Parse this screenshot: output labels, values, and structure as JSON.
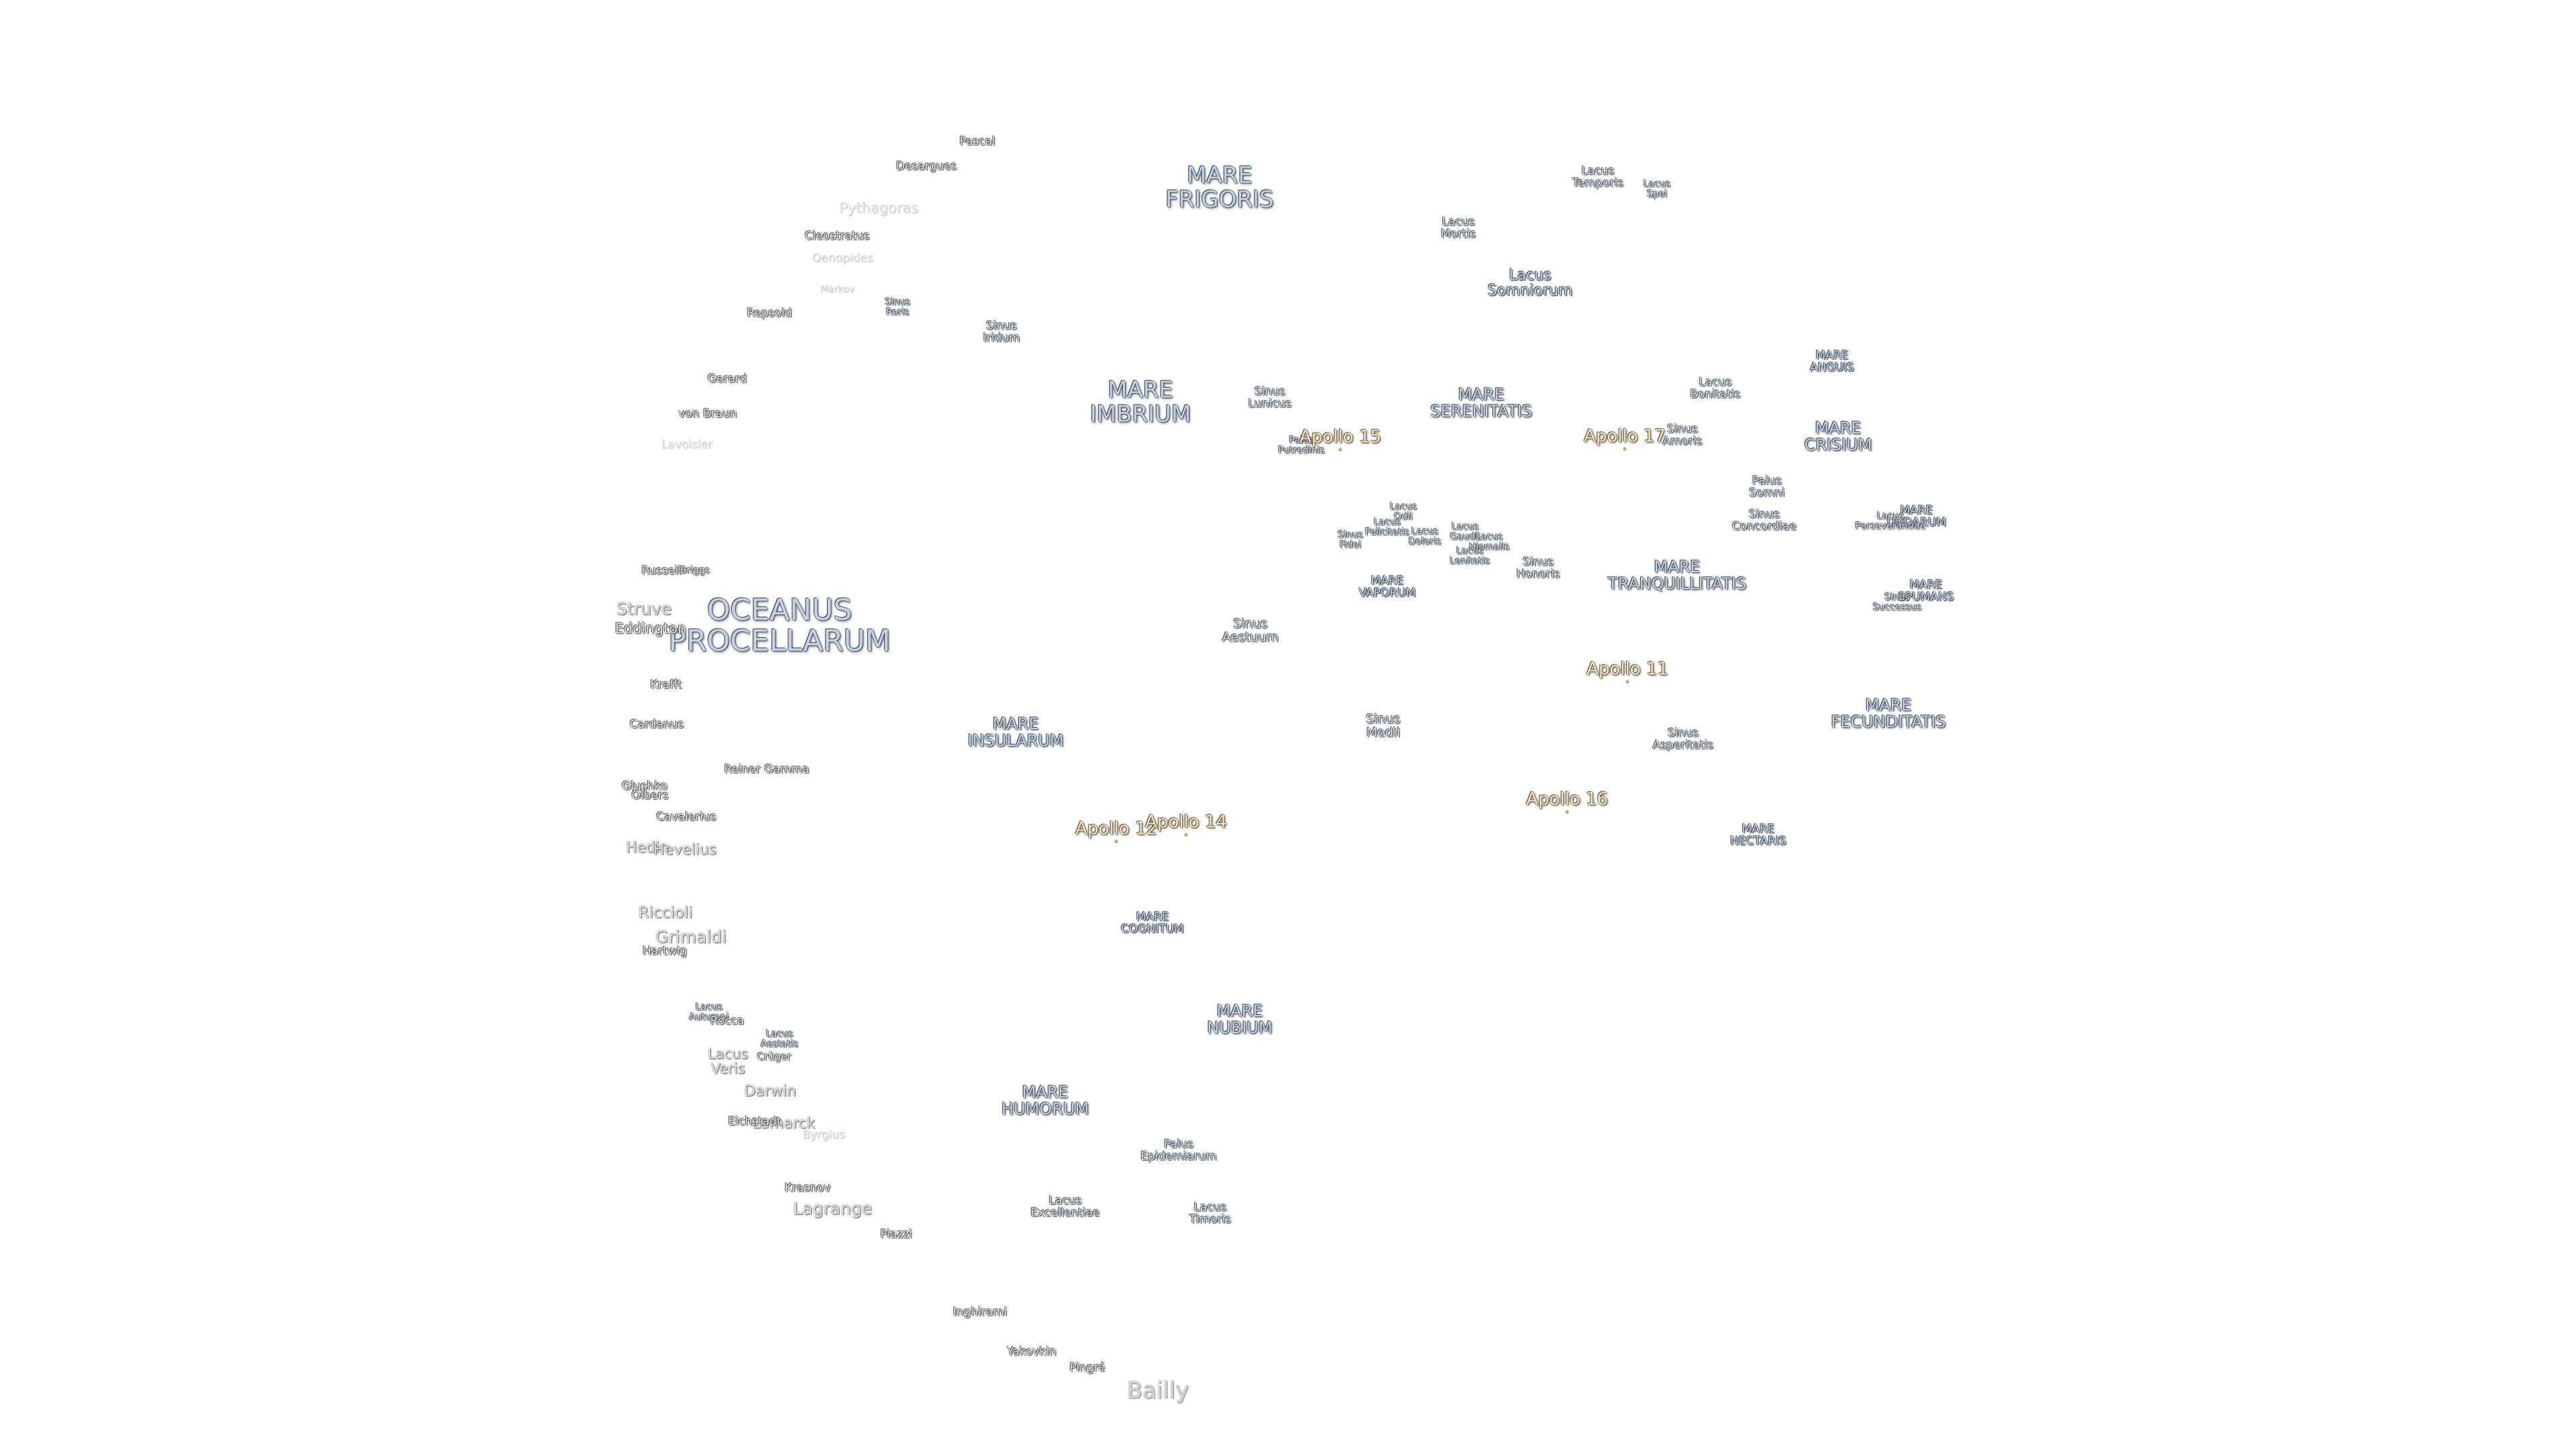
{
  "maria": [
    {
      "key": "frigoris",
      "name": "MARE\nFRIGORIS",
      "size": "l"
    },
    {
      "key": "imbrium",
      "name": "MARE\nIMBRIUM",
      "size": "l"
    },
    {
      "key": "serenitatis",
      "name": "MARE\nSERENITATIS",
      "size": "m"
    },
    {
      "key": "tranquillitatis",
      "name": "MARE\nTRANQUILLITATIS",
      "size": "m"
    },
    {
      "key": "crisium",
      "name": "MARE\nCRISIUM",
      "size": "m"
    },
    {
      "key": "fecunditatis",
      "name": "MARE\nFECUNDITATIS",
      "size": "m"
    },
    {
      "key": "nectaris",
      "name": "MARE\nNECTARIS",
      "size": "s"
    },
    {
      "key": "procellarum",
      "name": "OCEANUS\nPROCELLARUM",
      "size": "xl"
    },
    {
      "key": "insularum",
      "name": "MARE\nINSULARUM",
      "size": "m"
    },
    {
      "key": "cognitum",
      "name": "MARE\nCOGNITUM",
      "size": "s"
    },
    {
      "key": "nubium",
      "name": "MARE\nNUBIUM",
      "size": "m"
    },
    {
      "key": "humorum",
      "name": "MARE\nHUMORUM",
      "size": "m"
    },
    {
      "key": "vaporum",
      "name": "MARE\nVAPORUM",
      "size": "s"
    },
    {
      "key": "anguis",
      "name": "MARE\nANGUIS",
      "size": "s"
    },
    {
      "key": "undarum",
      "name": "MARE\nUNDARUM",
      "size": "s"
    },
    {
      "key": "spumans",
      "name": "MARE\nSPUMANS",
      "size": "s"
    }
  ],
  "lakes": [
    {
      "key": "lacus-temporis",
      "name": "Lacus\nTemporis"
    },
    {
      "key": "lacus-spei",
      "name": "Lacus\nSpei"
    },
    {
      "key": "lacus-mortis",
      "name": "Lacus\nMortis"
    },
    {
      "key": "lacus-somniorum",
      "name": "Lacus\nSomniorum"
    },
    {
      "key": "lacus-bonitatis",
      "name": "Lacus\nBonitatis"
    },
    {
      "key": "sinus-amoris",
      "name": "Sinus\nAmoris"
    },
    {
      "key": "palus-somni",
      "name": "Palus\nSomni"
    },
    {
      "key": "sinus-concordiae",
      "name": "Sinus\nConcordiae"
    },
    {
      "key": "lacus-perseverantiae",
      "name": "Lacus\nPerseverantiae"
    },
    {
      "key": "sinus-successus",
      "name": "Sinus\nSuccessus"
    },
    {
      "key": "sinus-lunicus",
      "name": "Sinus\nLunicus"
    },
    {
      "key": "palus-putredinis",
      "name": "Palus\nPutredinis"
    },
    {
      "key": "lacus-odii",
      "name": "Lacus\nOdii"
    },
    {
      "key": "lacus-felicitatis",
      "name": "Lacus\nFelicitatis"
    },
    {
      "key": "lacus-doloris",
      "name": "Lacus\nDoloris"
    },
    {
      "key": "sinus-fidei",
      "name": "Sinus\nFidei"
    },
    {
      "key": "lacus-gaudii",
      "name": "Lacus\nGaudii"
    },
    {
      "key": "lacus-hiemalis",
      "name": "Lacus\nHiemalis"
    },
    {
      "key": "lacus-lenitatis",
      "name": "Lacus\nLenitatis"
    },
    {
      "key": "sinus-honoris",
      "name": "Sinus\nHonoris"
    },
    {
      "key": "sinus-aestuum",
      "name": "Sinus\nAestuum"
    },
    {
      "key": "sinus-medii",
      "name": "Sinus\nMedii"
    },
    {
      "key": "sinus-asperitatis",
      "name": "Sinus\nAsperitatis"
    },
    {
      "key": "sinus-roris",
      "name": "Sinus\nRoris"
    },
    {
      "key": "sinus-iridum",
      "name": "Sinus\nIridum"
    },
    {
      "key": "lacus-autumni",
      "name": "Lacus\nAutumni"
    },
    {
      "key": "lacus-aestatis",
      "name": "Lacus\nAestatis"
    },
    {
      "key": "lacus-veris",
      "name": "Lacus\nVeris"
    },
    {
      "key": "palus-epidemiarum",
      "name": "Palus\nEpidemiarum"
    },
    {
      "key": "lacus-excellentiae",
      "name": "Lacus\nExcellentiae"
    },
    {
      "key": "lacus-timoris",
      "name": "Lacus\nTimoris"
    }
  ],
  "craters": [
    {
      "key": "pascal",
      "name": "Pascal",
      "size": "s"
    },
    {
      "key": "desargues",
      "name": "Desargues",
      "size": "s"
    },
    {
      "key": "pythagoras",
      "name": "Pythagoras",
      "size": "m",
      "faint": true
    },
    {
      "key": "cleostratus",
      "name": "Cleostratus",
      "size": "s"
    },
    {
      "key": "oenopides",
      "name": "Oenopides",
      "size": "s",
      "faint": true
    },
    {
      "key": "markov",
      "name": "Markov",
      "size": "s",
      "faint": true
    },
    {
      "key": "repsold",
      "name": "Repsold",
      "size": "s"
    },
    {
      "key": "gerard",
      "name": "Gerard",
      "size": "s"
    },
    {
      "key": "von-braun",
      "name": "von Braun",
      "size": "s"
    },
    {
      "key": "lavoisier",
      "name": "Lavoisier",
      "size": "s",
      "faint": true
    },
    {
      "key": "russell",
      "name": "Russell",
      "size": "s"
    },
    {
      "key": "briggs",
      "name": "Briggs",
      "size": "s"
    },
    {
      "key": "struve",
      "name": "Struve",
      "size": "m"
    },
    {
      "key": "eddington",
      "name": "Eddington",
      "size": "m"
    },
    {
      "key": "krafft",
      "name": "Krafft",
      "size": "s"
    },
    {
      "key": "cardanus",
      "name": "Cardanus",
      "size": "s"
    },
    {
      "key": "reiner-gamma",
      "name": "Reiner Gamma",
      "size": "s"
    },
    {
      "key": "glushko",
      "name": "Glushko",
      "size": "s"
    },
    {
      "key": "olbers",
      "name": "Olbers",
      "size": "s"
    },
    {
      "key": "cavalerius",
      "name": "Cavalerius",
      "size": "s"
    },
    {
      "key": "hedin",
      "name": "Hedin",
      "size": "m"
    },
    {
      "key": "hevelius",
      "name": "Hevelius",
      "size": "m"
    },
    {
      "key": "riccioli",
      "name": "Riccioli",
      "size": "m"
    },
    {
      "key": "grimaldi",
      "name": "Grimaldi",
      "size": "l"
    },
    {
      "key": "hartwig",
      "name": "Hartwig",
      "size": "s"
    },
    {
      "key": "rocca",
      "name": "Rocca",
      "size": "s"
    },
    {
      "key": "criiger",
      "name": "Crüger",
      "size": "s"
    },
    {
      "key": "darwin",
      "name": "Darwin",
      "size": "m"
    },
    {
      "key": "lamarck",
      "name": "Lamarck",
      "size": "m"
    },
    {
      "key": "eichstadt",
      "name": "Eichstadt",
      "size": "s"
    },
    {
      "key": "byrgius",
      "name": "Byrgius",
      "size": "s",
      "faint": true
    },
    {
      "key": "krasnov",
      "name": "Krasnov",
      "size": "s"
    },
    {
      "key": "lagrange",
      "name": "Lagrange",
      "size": "l"
    },
    {
      "key": "piazzi",
      "name": "Piazzi",
      "size": "s"
    },
    {
      "key": "inghirami",
      "name": "Inghirami",
      "size": "s"
    },
    {
      "key": "yakovkin",
      "name": "Yakovkin",
      "size": "s"
    },
    {
      "key": "pingre",
      "name": "Pingré",
      "size": "s"
    },
    {
      "key": "bailly",
      "name": "Bailly",
      "size": "xl"
    }
  ],
  "apollo": [
    {
      "key": "apollo-15",
      "name": "Apollo 15"
    },
    {
      "key": "apollo-17",
      "name": "Apollo 17"
    },
    {
      "key": "apollo-11",
      "name": "Apollo 11"
    },
    {
      "key": "apollo-12",
      "name": "Apollo 12"
    },
    {
      "key": "apollo-14",
      "name": "Apollo 14"
    },
    {
      "key": "apollo-16",
      "name": "Apollo 16"
    }
  ],
  "colors": {
    "background": "#ffffff",
    "mare_text": "#c6d2e0",
    "apollo_text": "#f2e4c4",
    "crater_text": "#e2e2e2"
  }
}
